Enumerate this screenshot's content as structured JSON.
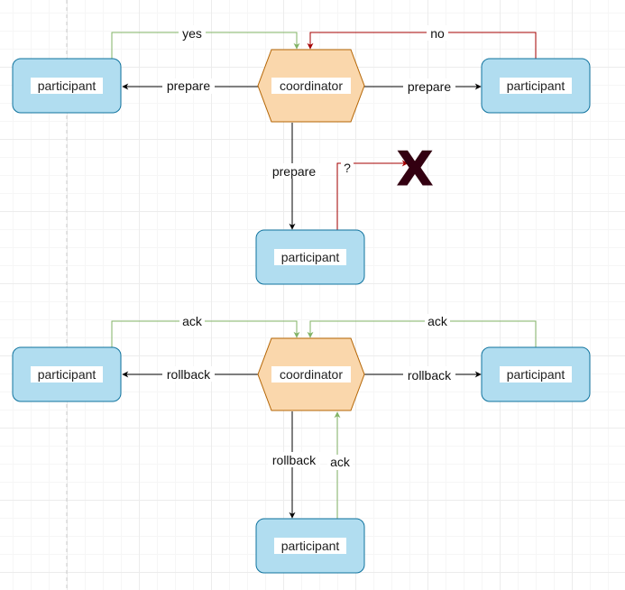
{
  "colors": {
    "participant_fill": "#b1ddf0",
    "participant_stroke": "#10739e",
    "coordinator_fill": "#fad7ac",
    "coordinator_stroke": "#b46504",
    "yes_ack_edge": "#82b366",
    "no_edge": "#a50000",
    "message_edge": "#000000",
    "failure_mark": "#330011"
  },
  "prepare_phase": {
    "coordinator": "coordinator",
    "participant_left": "participant",
    "participant_right": "participant",
    "participant_bottom": "participant",
    "edge_prepare_left": "prepare",
    "edge_prepare_right": "prepare",
    "edge_prepare_down": "prepare",
    "edge_yes": "yes",
    "edge_no": "no",
    "edge_unknown": "?",
    "failure_mark": "X"
  },
  "rollback_phase": {
    "coordinator": "coordinator",
    "participant_left": "participant",
    "participant_right": "participant",
    "participant_bottom": "participant",
    "edge_rollback_left": "rollback",
    "edge_rollback_right": "rollback",
    "edge_rollback_down": "rollback",
    "edge_ack_left": "ack",
    "edge_ack_right": "ack",
    "edge_ack_bottom": "ack"
  }
}
